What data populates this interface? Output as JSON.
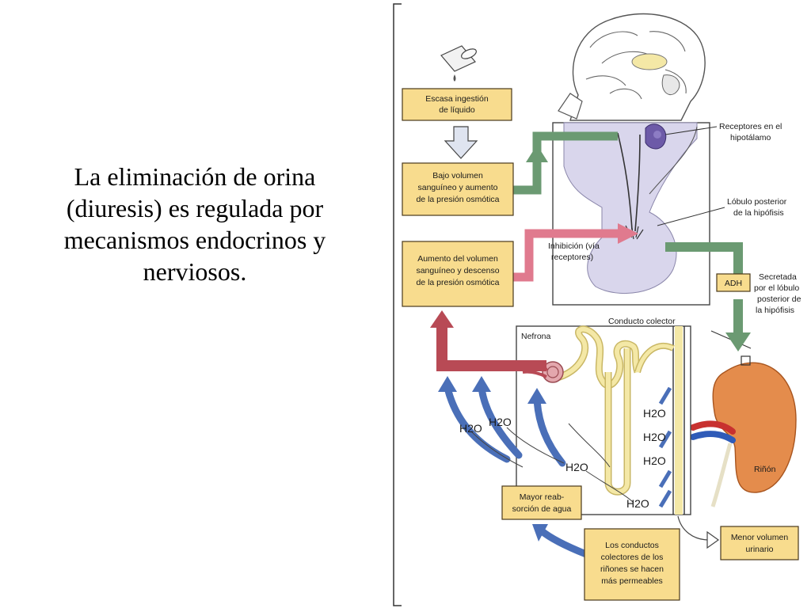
{
  "slide": {
    "title_lines": [
      "La eliminación de orina",
      "(diuresis) es regulada por",
      "mecanismos endocrinos y",
      "nerviosos."
    ]
  },
  "diagram": {
    "boxes": {
      "escasa": [
        "Escasa ingestión",
        "de líquido"
      ],
      "bajo": [
        "Bajo volumen",
        "sanguíneo y aumento",
        "de la presión osmótica"
      ],
      "aumento": [
        "Aumento del volumen",
        "sanguíneo y descenso",
        "de la presión osmótica"
      ],
      "mayor": [
        "Mayor reab-",
        "sorción de agua"
      ],
      "conductos": [
        "Los conductos",
        "colectores de los",
        "riñones se hacen",
        "más permeables"
      ],
      "menor": [
        "Menor volumen",
        "urinario"
      ],
      "adh": "ADH"
    },
    "labels": {
      "receptores": [
        "Receptores en el",
        "hipotálamo"
      ],
      "lobulo": [
        "Lóbulo posterior",
        "de la hipófisis"
      ],
      "inhibicion": [
        "Inhibición (vía",
        "receptores)"
      ],
      "secretada": [
        "Secretada",
        "por el lóbulo",
        "posterior de",
        "la hipófisis"
      ],
      "conducto_colector": "Conducto colector",
      "nefrona": "Nefrona",
      "rinon": "Riñón",
      "h2o": "H2O"
    }
  },
  "colors": {
    "box_fill": "#f8dc8e",
    "box_border": "#4a3a1c",
    "blue_arrow": "#4a6fb8",
    "red_arrow": "#b84a55",
    "green_arrow": "#6b9a72",
    "pink_arrow": "#e07a8e",
    "kidney": "#e48c4c",
    "lavender": "#d9d6ec",
    "nephron": "#f4e8a6"
  }
}
